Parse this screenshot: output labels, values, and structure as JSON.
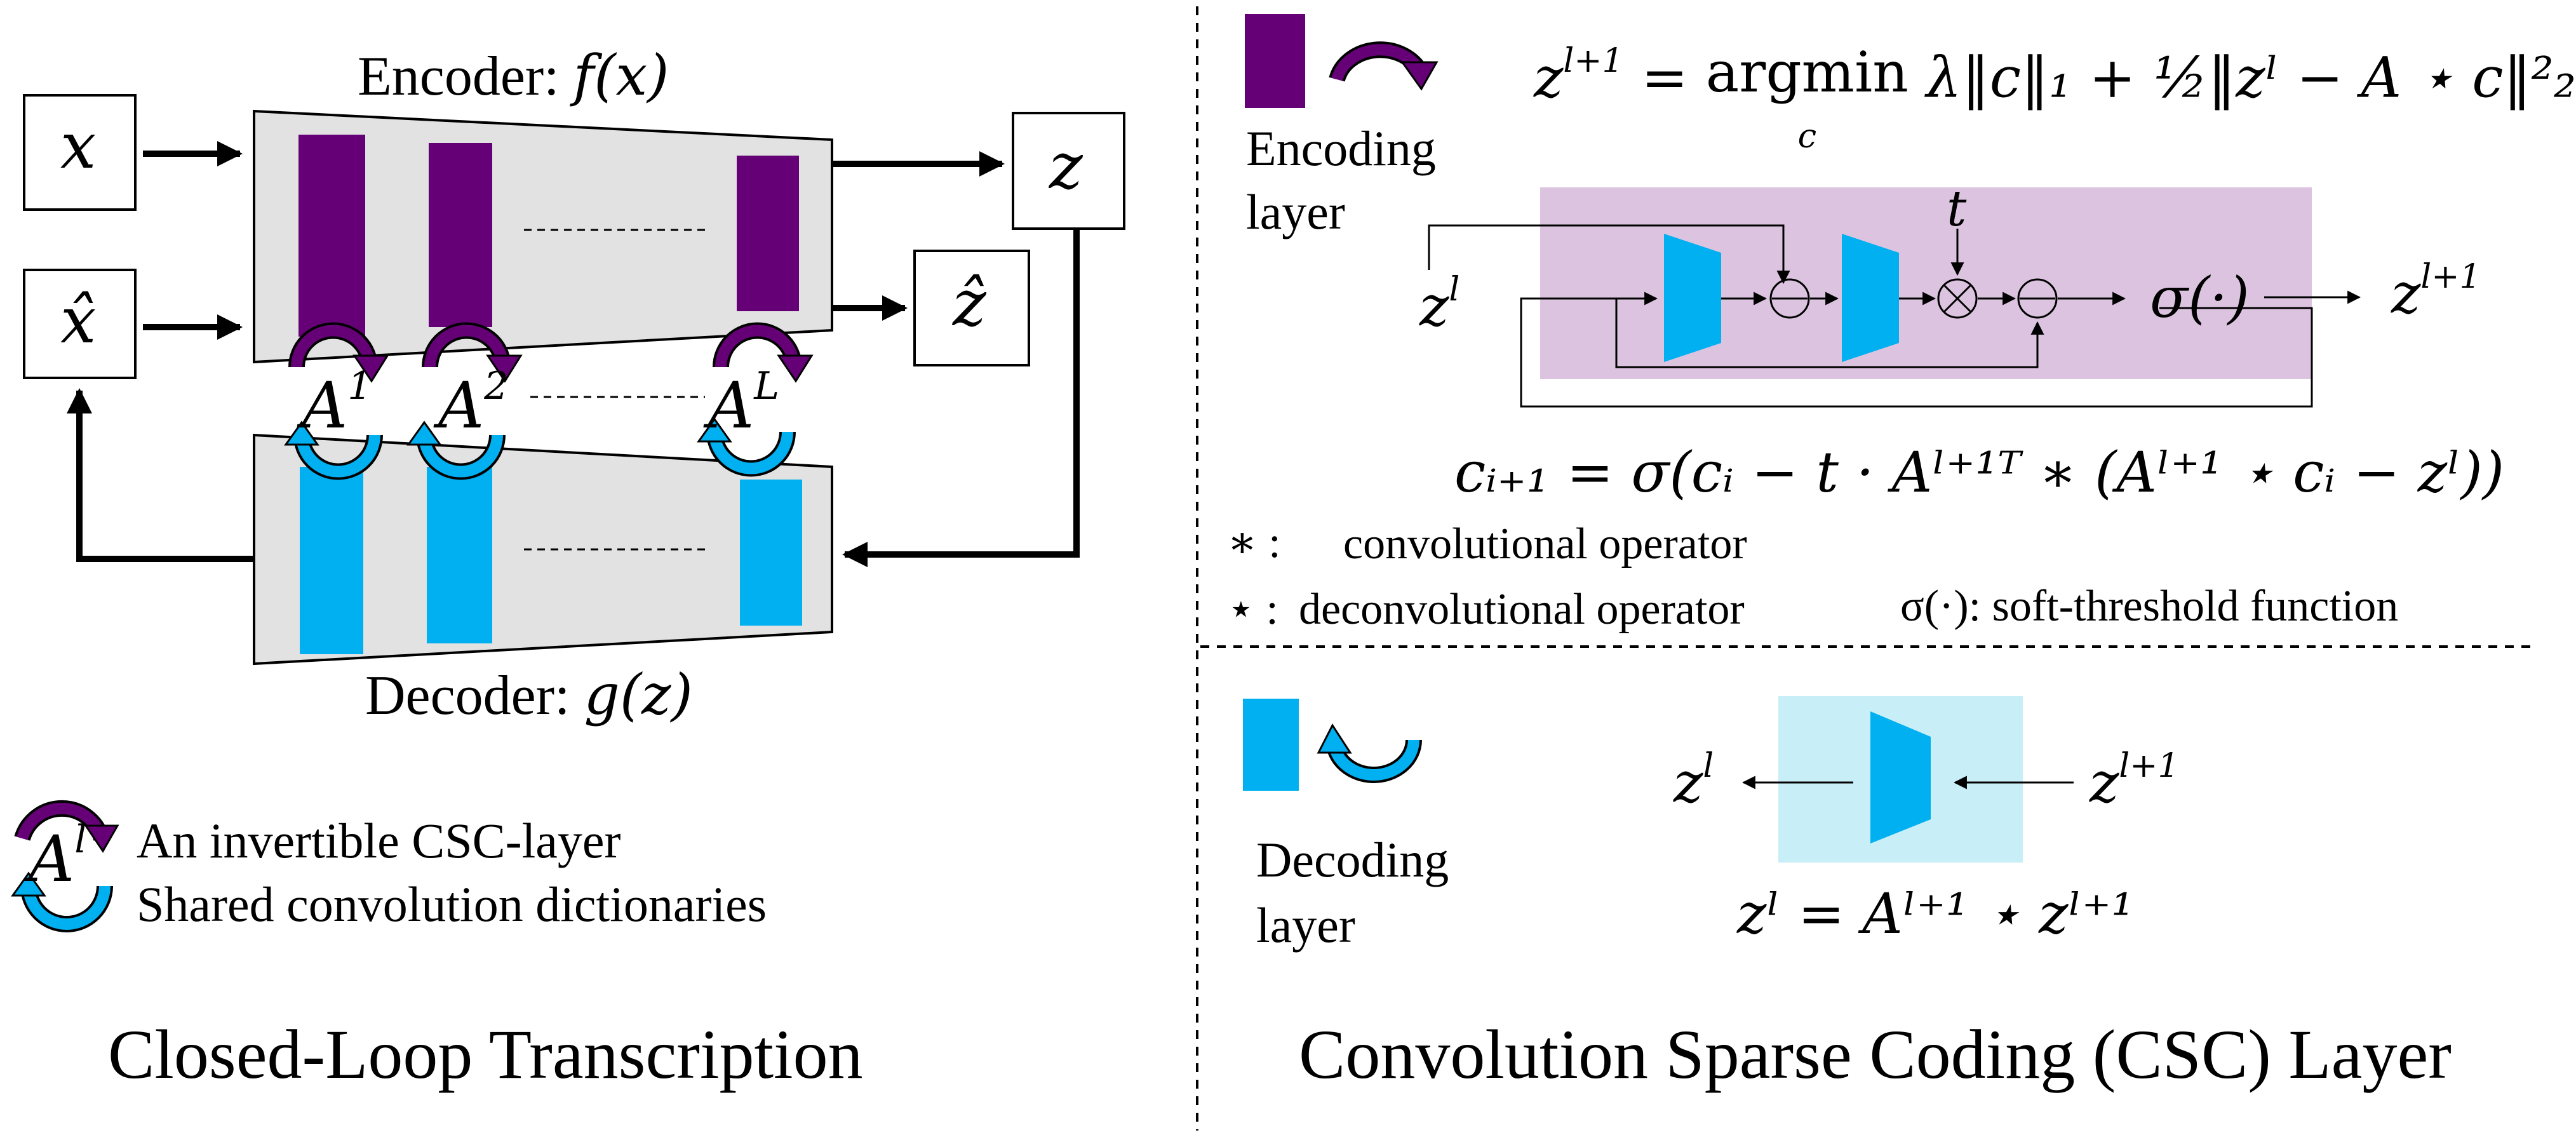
{
  "titles": {
    "left": "Closed-Loop Transcription",
    "right": "Convolution Sparse Coding (CSC) Layer"
  },
  "closed_loop": {
    "encoder_label": "Encoder:",
    "encoder_fn": "f(x)",
    "decoder_label": "Decoder:",
    "decoder_fn": "g(z)",
    "input_x": "x",
    "input_xhat": "x̂",
    "latent_z": "z",
    "latent_zhat": "ẑ",
    "dictionary_labels": [
      "A",
      "A",
      "A"
    ],
    "dictionary_sup": [
      "1",
      "2",
      "L"
    ]
  },
  "legend": {
    "symbol": "A",
    "symbol_sup": "l",
    "invertible": "An invertible CSC-layer",
    "shared": "Shared convolution dictionaries"
  },
  "encoding": {
    "label_line1": "Encoding",
    "label_line2": "layer",
    "objective_lhs": "z",
    "objective_lhs_sup": "l+1",
    "objective_eq": "=",
    "argmin": "argmin",
    "argmin_sub": "c",
    "objective_rhs": "λ‖c‖₁ + ½‖zˡ − A ⋆ c‖²₂",
    "input": "z",
    "input_sup": "l",
    "step": "t",
    "activation": "σ(·)",
    "output": "z",
    "output_sup": "l+1",
    "update_rule": "cᵢ₊₁ = σ(cᵢ − t · Aˡ⁺¹ᵀ ∗ (Aˡ⁺¹ ⋆ cᵢ − zˡ))"
  },
  "notes": {
    "conv_symbol": "∗ :",
    "conv_text": "convolutional operator",
    "deconv_symbol": "⋆ :",
    "deconv_text": "deconvolutional operator",
    "soft_threshold": "σ(·): soft-threshold function"
  },
  "decoding": {
    "label_line1": "Decoding",
    "label_line2": "layer",
    "output": "z",
    "output_sup": "l",
    "input": "z",
    "input_sup": "l+1",
    "equation": "zˡ = Aˡ⁺¹ ⋆ zˡ⁺¹"
  },
  "colors": {
    "purple": "#660077",
    "blue": "#00b0f0",
    "lavender": "#dcc3e0",
    "light_blue": "#c8eef8",
    "gray_panel": "#e2e2e2"
  }
}
